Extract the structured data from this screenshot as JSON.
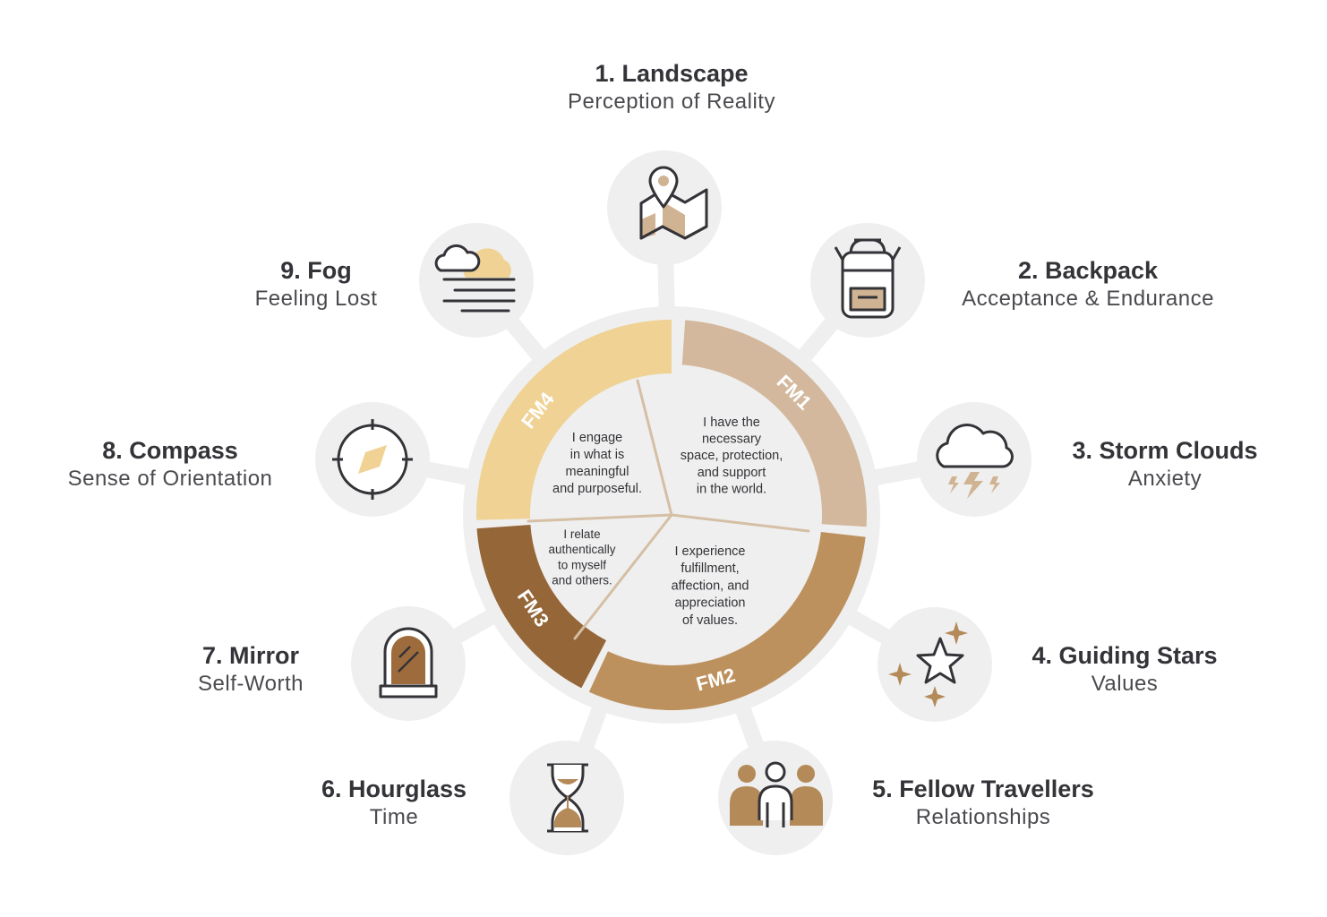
{
  "colors": {
    "ring_bg": "#efefef",
    "fm1": "#d3b89e",
    "fm2": "#bd915e",
    "fm3": "#956637",
    "fm4": "#efd294",
    "icon_stroke": "#333338",
    "icon_fill": "#d0b393",
    "icon_gold": "#b38a58"
  },
  "segments": [
    {
      "id": "fm1",
      "label": "FM1",
      "text": "I have the necessary space, protection, and support in the world."
    },
    {
      "id": "fm2",
      "label": "FM2",
      "text": "I experience fulfillment, affection, and appreciation of values."
    },
    {
      "id": "fm3",
      "label": "FM3",
      "text": "I relate authentically to myself and others."
    },
    {
      "id": "fm4",
      "label": "FM4",
      "text": "I engage in what is meaningful and purposeful."
    }
  ],
  "nodes": [
    {
      "id": "n1",
      "title": "1. Landscape",
      "subtitle": "Perception of Reality",
      "icon": "map-pin-icon"
    },
    {
      "id": "n2",
      "title": "2. Backpack",
      "subtitle": "Acceptance & Endurance",
      "icon": "backpack-icon"
    },
    {
      "id": "n3",
      "title": "3. Storm Clouds",
      "subtitle": "Anxiety",
      "icon": "storm-cloud-icon"
    },
    {
      "id": "n4",
      "title": "4. Guiding Stars",
      "subtitle": "Values",
      "icon": "stars-icon"
    },
    {
      "id": "n5",
      "title": "5. Fellow Travellers",
      "subtitle": "Relationships",
      "icon": "people-icon"
    },
    {
      "id": "n6",
      "title": "6. Hourglass",
      "subtitle": "Time",
      "icon": "hourglass-icon"
    },
    {
      "id": "n7",
      "title": "7. Mirror",
      "subtitle": "Self-Worth",
      "icon": "mirror-icon"
    },
    {
      "id": "n8",
      "title": "8. Compass",
      "subtitle": "Sense of Orientation",
      "icon": "compass-icon"
    },
    {
      "id": "n9",
      "title": "9. Fog",
      "subtitle": "Feeling Lost",
      "icon": "fog-icon"
    }
  ]
}
